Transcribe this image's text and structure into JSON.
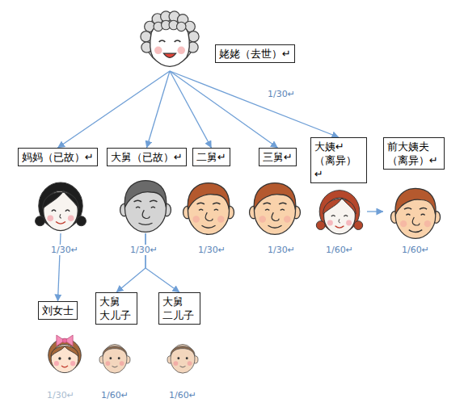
{
  "diagram": {
    "nodes": [
      {
        "text": [
          "姥姥（去世）↵"
        ]
      },
      {
        "text": [
          "妈妈（已故）↵"
        ]
      },
      {
        "text": [
          "大舅（已故）↵"
        ]
      },
      {
        "text": [
          "二舅↵"
        ]
      },
      {
        "text": [
          "三舅↵"
        ]
      },
      {
        "text": [
          "大姨↵ （离异）↵"
        ]
      },
      {
        "text": [
          "前大姨夫 （离异）↵"
        ]
      },
      {
        "text": [
          "刘女士"
        ]
      },
      {
        "text": [
          "大舅 大儿子"
        ]
      },
      {
        "text": [
          "大舅 二儿子"
        ]
      }
    ],
    "edges": [
      {
        "from": 0,
        "to": 1,
        "arrow": "to"
      },
      {
        "from": 0,
        "to": 2,
        "arrow": "to"
      },
      {
        "from": 0,
        "to": 3,
        "arrow": "to"
      },
      {
        "from": 0,
        "to": 4,
        "arrow": "to"
      },
      {
        "from": 0,
        "to": 5,
        "arrow": "to"
      },
      {
        "from": 5,
        "to": 6,
        "arrow": "to"
      },
      {
        "from": 1,
        "to": 7,
        "arrow": "to"
      },
      {
        "from": 2,
        "to": 8,
        "arrow": "to"
      },
      {
        "from": 2,
        "to": 9,
        "arrow": "to"
      }
    ],
    "labels": [
      "1/30↵",
      "1/30↵",
      "1/30↵",
      "1/30↵",
      "1/30↵",
      "1/60↵",
      "1/60↵",
      "1/30↵",
      "1/60↵",
      "1/60↵"
    ]
  }
}
